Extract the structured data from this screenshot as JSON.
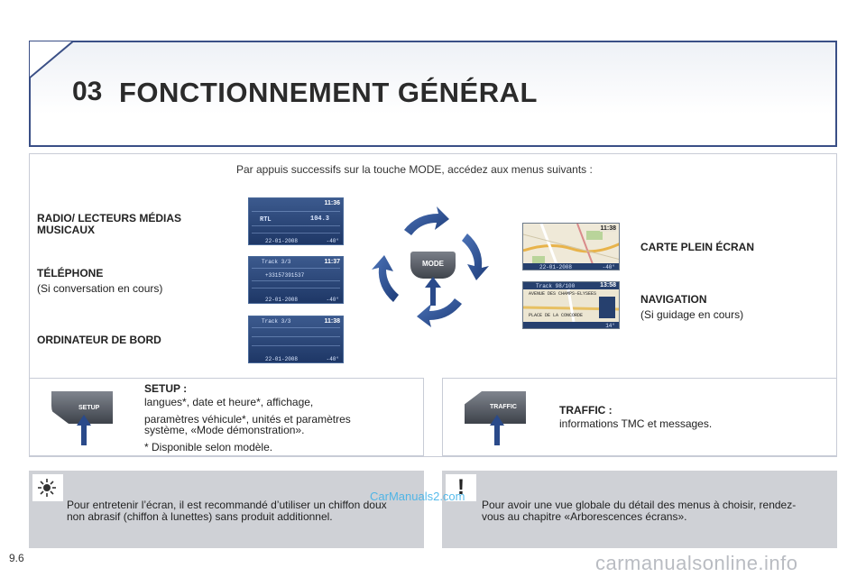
{
  "header": {
    "chapter_number": "03",
    "title": "FONCTIONNEMENT GÉNÉRAL"
  },
  "intro": "Par appuis successifs sur la touche MODE, accédez aux menus suivants :",
  "left_menus": [
    {
      "title_line1": "RADIO/ LECTEURS MÉDIAS",
      "title_line2": "MUSICAUX",
      "subtitle": ""
    },
    {
      "title_line1": "TÉLÉPHONE",
      "title_line2": "",
      "subtitle": "(Si conversation en cours)"
    },
    {
      "title_line1": "ORDINATEUR DE BORD",
      "title_line2": "",
      "subtitle": ""
    }
  ],
  "right_menus": [
    {
      "title": "CARTE PLEIN ÉCRAN",
      "subtitle": ""
    },
    {
      "title": "NAVIGATION",
      "subtitle": "(Si guidage en cours)"
    }
  ],
  "screens": {
    "radio": {
      "time": "11:36",
      "station": "RTL",
      "freq": "104.3",
      "date": "22-01-2008",
      "temp": "-40°"
    },
    "phone": {
      "time": "11:37",
      "track": "Track 3/3",
      "number": "+33157391537",
      "date": "22-01-2008",
      "temp": "-40°"
    },
    "trip": {
      "time": "11:38",
      "track": "Track 3/3",
      "date": "22-01-2008",
      "temp": "-40°"
    },
    "map": {
      "time": "11:38",
      "date": "22-01-2008",
      "temp": "-40°"
    },
    "nav": {
      "time": "13:58",
      "track": "Track 98/100",
      "street": "AVENUE DES CHAMPS-ELYSEES",
      "place": "PLACE DE LA CONCORDE",
      "temp": "14°"
    }
  },
  "center_button": {
    "label": "MODE"
  },
  "setup": {
    "button_label": "SETUP",
    "heading": "SETUP :",
    "line1": "langues*, date et heure*, affichage,",
    "line2": "paramètres véhicule*, unités et paramètres",
    "line3": "système, «Mode démonstration».",
    "note": "* Disponible selon modèle."
  },
  "traffic": {
    "button_label": "TRAFFIC",
    "heading": "TRAFFIC :",
    "line1": "informations TMC et messages."
  },
  "tip_left": {
    "line1": "Pour entretenir l’écran, il est recommandé d’utiliser un chiffon doux",
    "line2": "non abrasif (chiffon à lunettes) sans produit additionnel."
  },
  "tip_right": {
    "icon": "!",
    "line1": "Pour avoir une vue globale du détail des menus à choisir, rendez-",
    "line2": "vous au chapitre «Arborescences écrans»."
  },
  "page_number": "9.6",
  "watermark_small": "CarManuals2.com",
  "watermark_large": "carmanualsonline.info",
  "colors": {
    "header_border": "#3a4f86",
    "arrow_blue": "#2a4a8a",
    "info_box": "#cfd1d6"
  }
}
